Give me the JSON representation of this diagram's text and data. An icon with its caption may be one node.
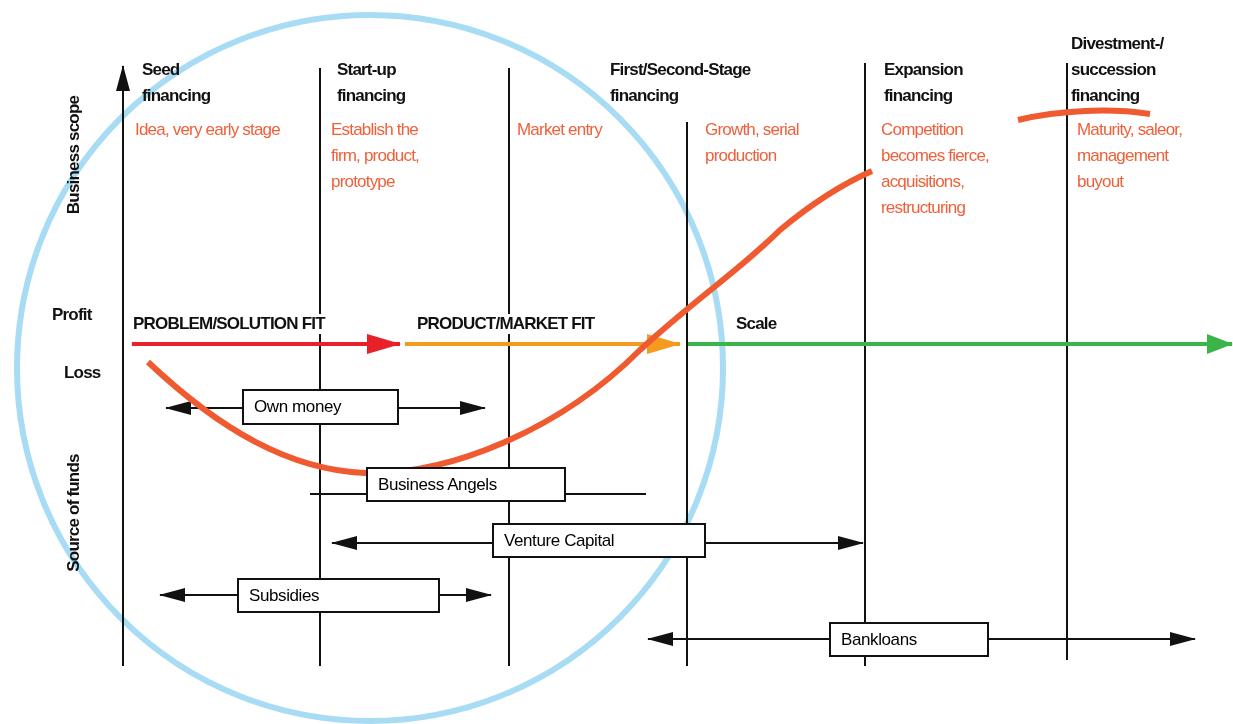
{
  "diagram": {
    "nodes": [
      {
        "text": [
          "Own money"
        ]
      },
      {
        "text": [
          "Business Angels"
        ]
      },
      {
        "text": [
          "Venture Capital"
        ]
      },
      {
        "text": [
          "Subsidies"
        ]
      },
      {
        "text": [
          "Bankloans"
        ]
      }
    ],
    "edges": [],
    "labels": [
      "Seed financing",
      "Start-up financing",
      "First/Second-Stage financing",
      "Expansion financing",
      "Divestment-/ succession financing",
      "Business scope",
      "Idea, very early stage",
      "Establish the firm, product, prototype",
      "Market entry",
      "Growth, serial production",
      "Competition becomes fierce, acquisitions, restructuring",
      "Maturity, saleor, management buyout",
      "Profit",
      "PROBLEM/SOLUTION FIT",
      "PRODUCT/MARKET FIT",
      "Scale",
      "Loss",
      "Source of funds"
    ]
  }
}
